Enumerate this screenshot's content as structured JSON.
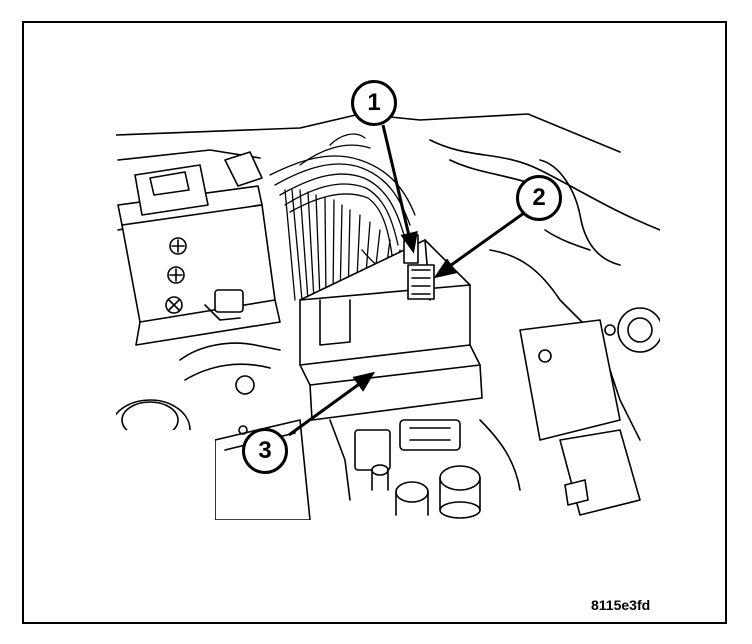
{
  "figure": {
    "reference_id": "8115e3fd",
    "callouts": [
      {
        "label": "1"
      },
      {
        "label": "2"
      },
      {
        "label": "3"
      }
    ]
  },
  "colors": {
    "ink": "#000000",
    "paper": "#ffffff"
  }
}
